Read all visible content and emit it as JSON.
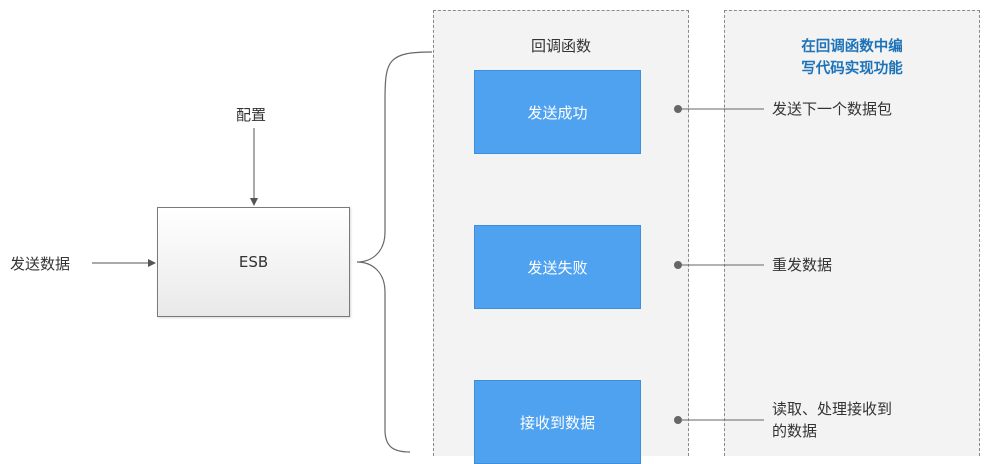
{
  "diagram": {
    "input_label": "发送数据",
    "config_label": "配置",
    "esb_label": "ESB",
    "panel_title": "回调函数",
    "note": {
      "line1": "在回调函数中编",
      "line2": "写代码实现功能"
    },
    "callbacks": [
      {
        "label": "发送成功",
        "action_line1": "发送下一个数据包",
        "action_line2": ""
      },
      {
        "label": "发送失败",
        "action_line1": "重发数据",
        "action_line2": ""
      },
      {
        "label": "接收到数据",
        "action_line1": "读取、处理接收到",
        "action_line2": "的数据"
      }
    ],
    "colors": {
      "callback_fill": "#4ea2f0",
      "note_text": "#1e73b8",
      "panel_fill": "#f3f3f3",
      "connector": "#666666"
    }
  }
}
